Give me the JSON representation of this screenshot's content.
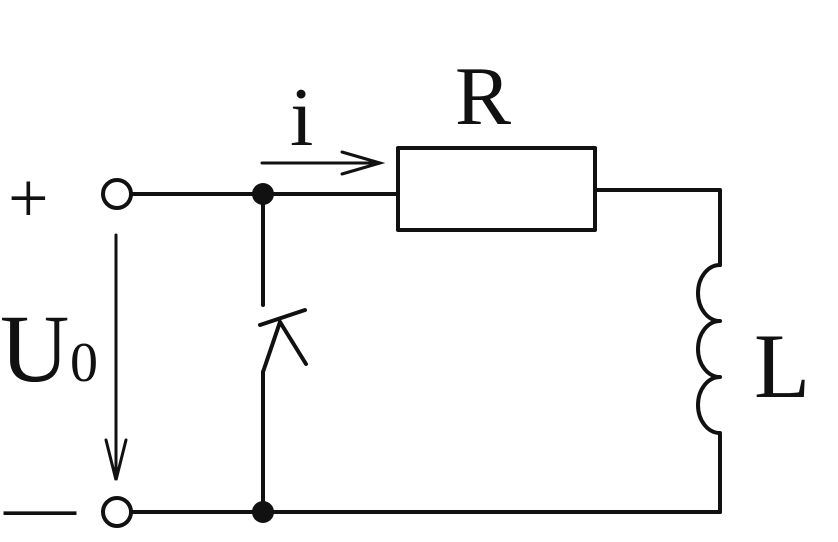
{
  "diagram": {
    "type": "circuit",
    "labels": {
      "plus": "+",
      "minus": "—",
      "voltage_main": "U",
      "voltage_sub": "0",
      "current": "i",
      "resistor": "R",
      "inductor": "L"
    },
    "colors": {
      "ink": "#111111",
      "background": "#ffffff"
    },
    "components": [
      "input-terminal-top",
      "input-terminal-bottom",
      "junction-top",
      "junction-bottom",
      "switch",
      "resistor",
      "inductor"
    ]
  }
}
